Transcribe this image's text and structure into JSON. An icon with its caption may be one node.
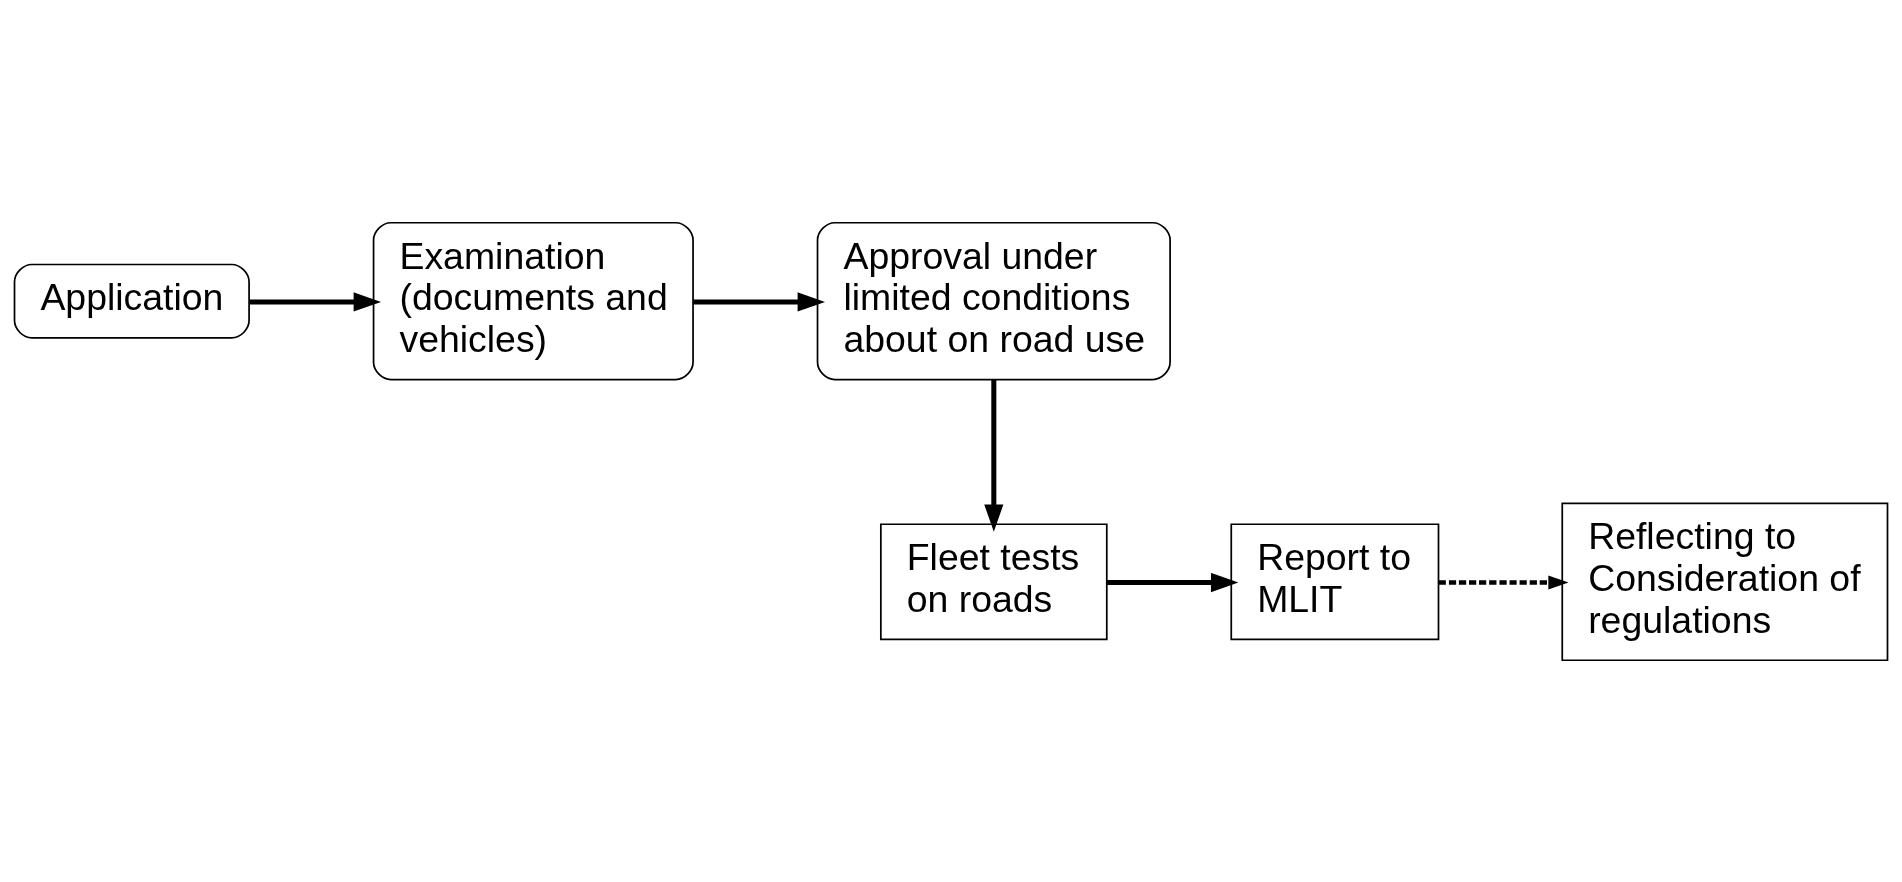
{
  "diagram": {
    "nodes": [
      {
        "text": [
          "Application"
        ]
      },
      {
        "text": [
          "Examination (documents and vehicles)"
        ]
      },
      {
        "text": [
          "Approval under limited conditions about on road use"
        ]
      },
      {
        "text": [
          "Fleet tests on roads"
        ]
      },
      {
        "text": [
          "Report to MLIT"
        ]
      },
      {
        "text": [
          "Reflecting to Consideration of regulations"
        ]
      }
    ],
    "edges": [
      {
        "from": 0,
        "to": 1,
        "arrow": "to"
      },
      {
        "from": 1,
        "to": 2,
        "arrow": "to"
      },
      {
        "from": 2,
        "to": 3,
        "arrow": "to"
      },
      {
        "from": 3,
        "to": 4,
        "arrow": "to"
      },
      {
        "from": 4,
        "to": 5,
        "arrow": "to",
        "style": "dashed"
      }
    ]
  }
}
